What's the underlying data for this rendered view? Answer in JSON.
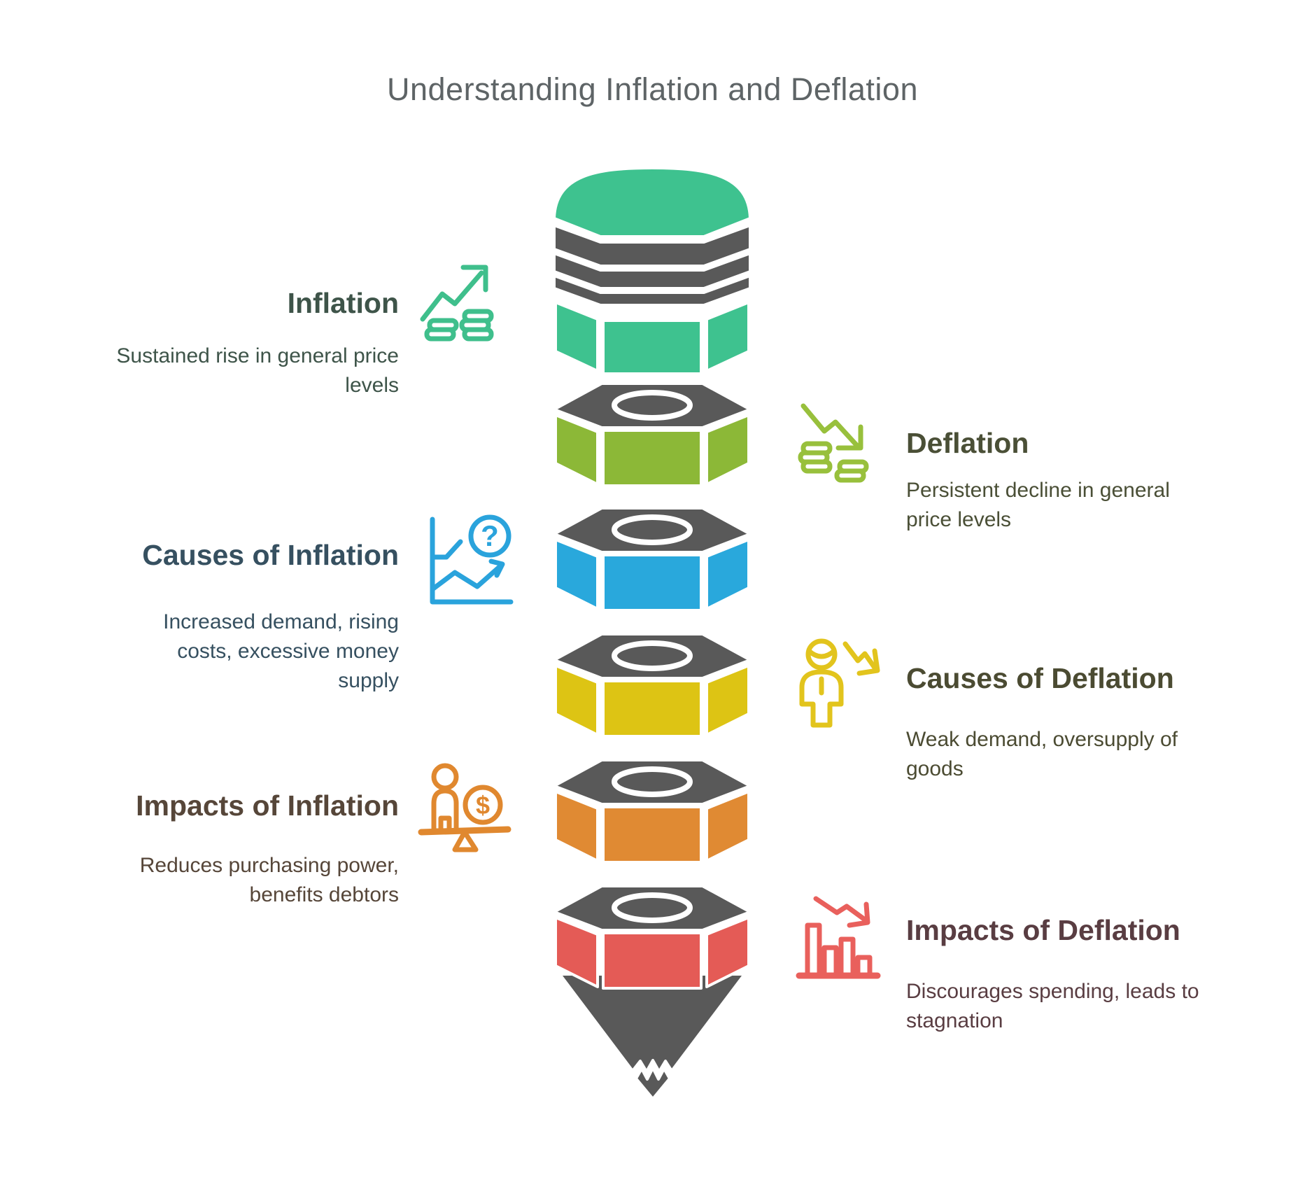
{
  "title": {
    "text": "Understanding Inflation and Deflation",
    "color": "#5e6466"
  },
  "sections": [
    {
      "id": "inflation",
      "side": "left",
      "title": "Inflation",
      "description": "Sustained rise in general price levels",
      "text_color": "#3e5449",
      "icon": "trend-up-coins-icon",
      "icon_color": "#3fbf8c"
    },
    {
      "id": "deflation",
      "side": "right",
      "title": "Deflation",
      "description": "Persistent decline in general price levels",
      "text_color": "#4a4f36",
      "icon": "trend-down-coins-icon",
      "icon_color": "#98c03c"
    },
    {
      "id": "causes-of-inflation",
      "side": "left",
      "title": "Causes of Inflation",
      "description": "Increased demand, rising costs, excessive money supply",
      "text_color": "#365060",
      "icon": "chart-question-icon",
      "icon_color": "#2aa3dc"
    },
    {
      "id": "causes-of-deflation",
      "side": "right",
      "title": "Causes of Deflation",
      "description": "Weak demand, oversupply of goods",
      "text_color": "#4b4b32",
      "icon": "person-decline-icon",
      "icon_color": "#e2c41d"
    },
    {
      "id": "impacts-of-inflation",
      "side": "left",
      "title": "Impacts of Inflation",
      "description": "Reduces purchasing power, benefits debtors",
      "text_color": "#564639",
      "icon": "balance-scale-icon",
      "icon_color": "#e0882f"
    },
    {
      "id": "impacts-of-deflation",
      "side": "right",
      "title": "Impacts of Deflation",
      "description": "Discourages spending, leads to stagnation",
      "text_color": "#593d42",
      "icon": "bar-decline-icon",
      "icon_color": "#e9605c"
    }
  ],
  "funnel": {
    "gray": "#595959",
    "segments": [
      {
        "label": "eraser",
        "color": "#3ec28f"
      },
      {
        "label": "nut-1",
        "color": "#8cb837"
      },
      {
        "label": "nut-2",
        "color": "#29a8dc"
      },
      {
        "label": "nut-3",
        "color": "#ddc414"
      },
      {
        "label": "nut-4",
        "color": "#e08a33"
      },
      {
        "label": "nut-5",
        "color": "#e45b56"
      }
    ]
  }
}
